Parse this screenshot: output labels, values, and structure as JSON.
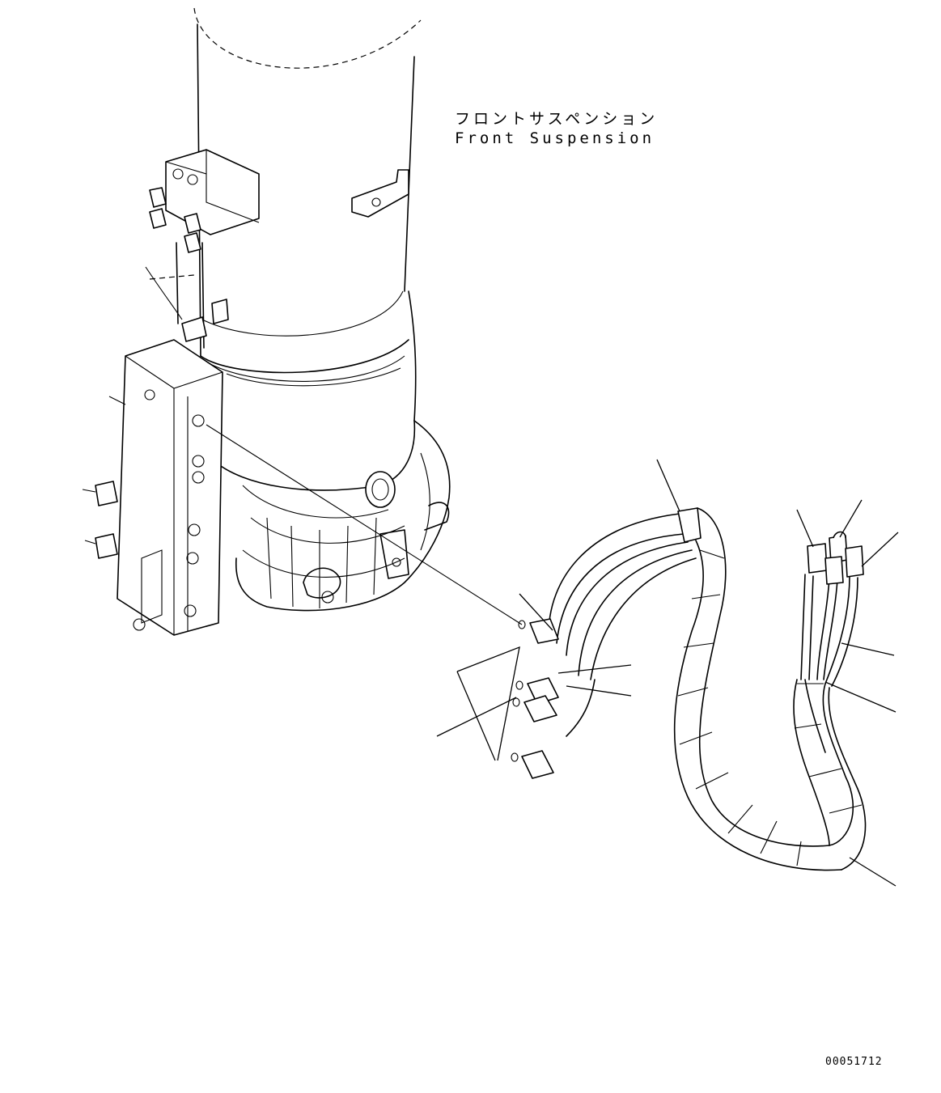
{
  "callout": {
    "japanese": "フロントサスペンション",
    "english": "Front Suspension"
  },
  "drawing_number": "00051712"
}
